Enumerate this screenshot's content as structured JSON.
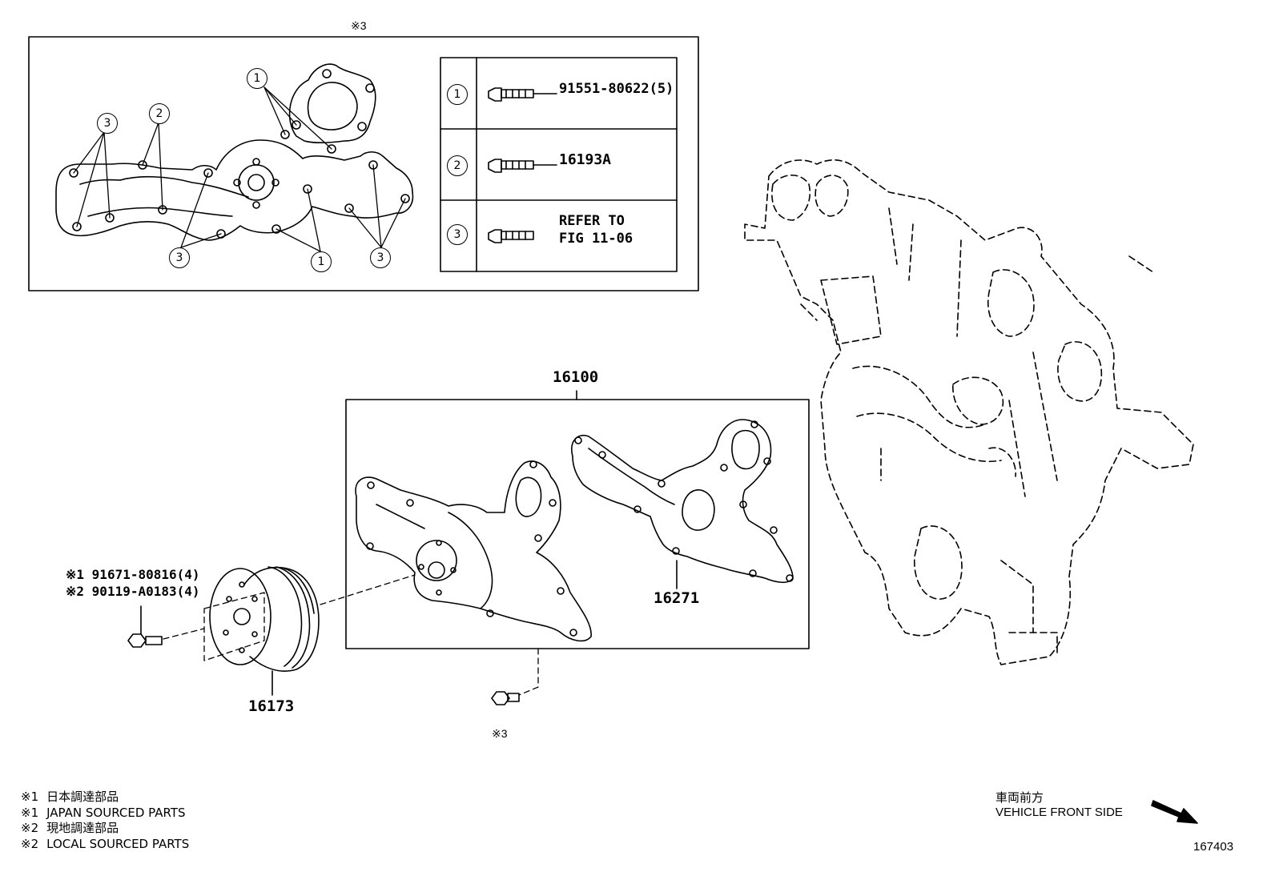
{
  "detail_box": {
    "ref_mark": "※3",
    "callouts": {
      "one": "1",
      "two": "2",
      "three": "3"
    },
    "fastener_table": [
      {
        "key": "1",
        "part": "91551-80622(5)"
      },
      {
        "key": "2",
        "part": "16193A"
      },
      {
        "key": "3",
        "part_line1": "REFER TO",
        "part_line2": "FIG 11-06"
      }
    ]
  },
  "assembly": {
    "label": "16100",
    "gasket": "16271",
    "pulley": "16173",
    "pulley_bolt_1": "※1 91671-80816(4)",
    "pulley_bolt_2": "※2 90119-A0183(4)",
    "pump_bolt_ref": "※3"
  },
  "legend": [
    {
      "mark": "※1",
      "text": "日本調達部品"
    },
    {
      "mark": "※1",
      "text": "JAPAN SOURCED PARTS"
    },
    {
      "mark": "※2",
      "text": "現地調達部品"
    },
    {
      "mark": "※2",
      "text": "LOCAL SOURCED PARTS"
    }
  ],
  "orientation": {
    "jp": "車両前方",
    "en": "VEHICLE FRONT SIDE"
  },
  "figure_id": "167403"
}
